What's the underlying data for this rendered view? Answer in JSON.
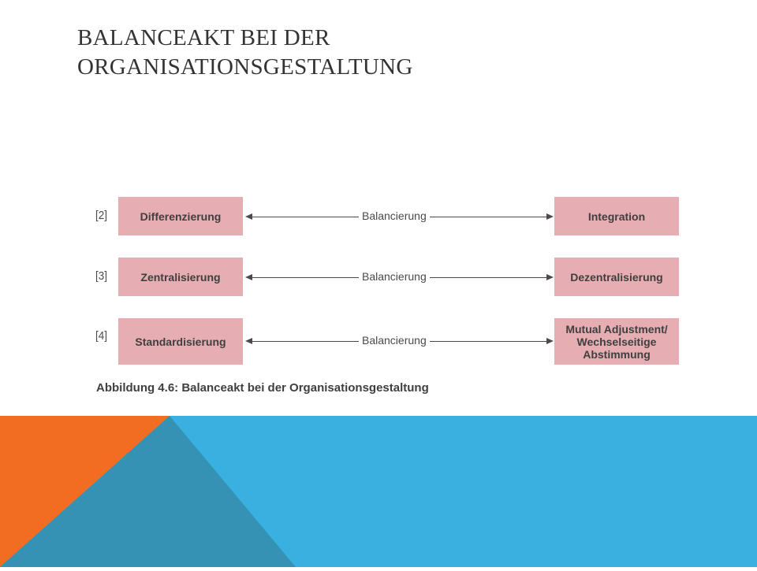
{
  "slide": {
    "title_line1": "Balanceakt bei der",
    "title_line2": "Organisationsgestaltung"
  },
  "figure": {
    "rows": [
      {
        "index": "[2]",
        "left": "Differenzierung",
        "middle": "Balancierung",
        "right": "Integration"
      },
      {
        "index": "[3]",
        "left": "Zentralisierung",
        "middle": "Balancierung",
        "right": "Dezentralisierung"
      },
      {
        "index": "[4]",
        "left": "Standardisierung",
        "middle": "Balancierung",
        "right_line1": "Mutual Adjustment/",
        "right_line2": "Wechselseitige",
        "right_line3": "Abstimmung"
      }
    ],
    "caption": "Abbildung 4.6: Balanceakt bei der Organisationsgestaltung"
  },
  "colors": {
    "box_fill": "#e6adb3",
    "band_blue": "#39b0df",
    "band_orange": "#f26d21",
    "band_dark_blue": "#3592b4"
  }
}
